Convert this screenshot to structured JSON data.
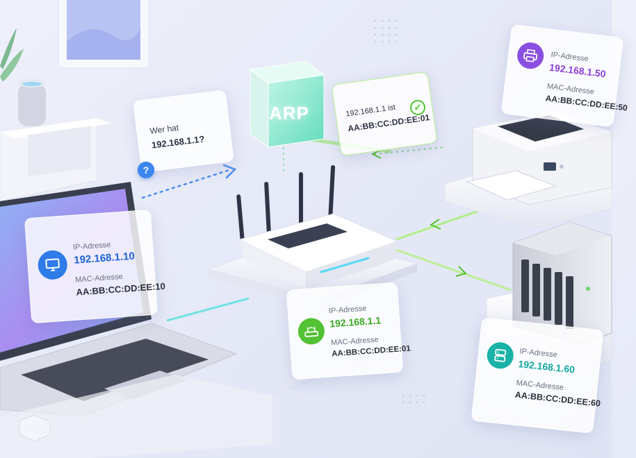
{
  "protocol": "ARP",
  "query": {
    "line1": "Wer hat",
    "line2": "192.168.1.1?",
    "icon": "question-icon"
  },
  "reply": {
    "line1": "192.168.1.1 ist",
    "line2": "AA:BB:CC:DD:EE:01",
    "icon": "check-icon"
  },
  "devices": {
    "laptop": {
      "ip_label": "IP-Adresse",
      "ip": "192.168.1.10",
      "mac_label": "MAC-Adresse",
      "mac": "AA:BB:CC:DD:EE:10",
      "icon": "monitor-icon",
      "accent": "#2f7be8"
    },
    "router": {
      "ip_label": "IP-Adresse",
      "ip": "192.168.1.1",
      "mac_label": "MAC-Adresse",
      "mac": "AA:BB:CC:DD:EE:01",
      "icon": "router-icon",
      "accent": "#52c234"
    },
    "printer": {
      "ip_label": "IP-Adresse",
      "ip": "192.168.1.50",
      "mac_label": "MAC-Adresse",
      "mac": "AA:BB:CC:DD:EE:50",
      "icon": "printer-icon",
      "accent": "#8a4fe0"
    },
    "nas": {
      "ip_label": "IP-Adresse",
      "ip": "192.168.1.60",
      "mac_label": "MAC-Adresse",
      "mac": "AA:BB:CC:DD:EE:60",
      "icon": "server-icon",
      "accent": "#18b3a6"
    }
  }
}
